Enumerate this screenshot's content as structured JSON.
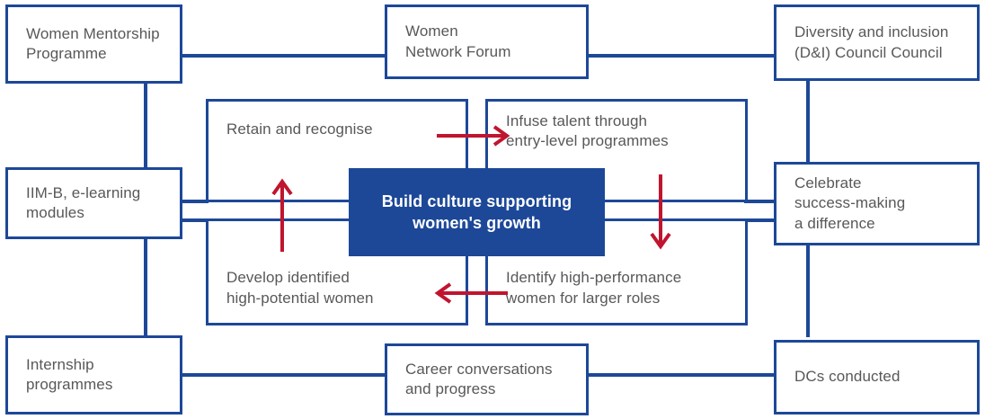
{
  "diagram": {
    "title": "Build culture supporting women's growth",
    "colors": {
      "line_blue": "#1d4898",
      "center_fill": "#1d4898",
      "text_gray": "#58585b",
      "arrow_red": "#c0152f",
      "background": "#ffffff"
    },
    "center": {
      "label": "Build culture supporting\nwomen's growth"
    },
    "outer_boxes": [
      {
        "id": "women-mentorship-programme",
        "label": "Women Mentorship\nProgramme",
        "position": "top-left"
      },
      {
        "id": "women-network-forum",
        "label": "Women\nNetwork Forum",
        "position": "top-center"
      },
      {
        "id": "diversity-and-inclusion-council",
        "label": "Diversity and inclusion\n(D&I) Council Council",
        "position": "top-right"
      },
      {
        "id": "iimb-e-learning-modules",
        "label": "IIM-B, e-learning\nmodules",
        "position": "middle-left"
      },
      {
        "id": "celebrate-success",
        "label": "Celebrate\nsuccess-making\na difference",
        "position": "middle-right"
      },
      {
        "id": "internship-programmes",
        "label": "Internship\nprogrammes",
        "position": "bottom-left"
      },
      {
        "id": "career-conversations",
        "label": "Career conversations\nand progress",
        "position": "bottom-center"
      },
      {
        "id": "dcs-conducted",
        "label": "DCs conducted",
        "position": "bottom-right"
      }
    ],
    "quadrant_boxes": [
      {
        "id": "retain-and-recognise",
        "label": "Retain and recognise",
        "position": "top-left"
      },
      {
        "id": "infuse-talent",
        "label": "Infuse talent through\nentry-level programmes",
        "position": "top-right"
      },
      {
        "id": "develop-identified-women",
        "label": "Develop identified\nhigh-potential women",
        "position": "bottom-left"
      },
      {
        "id": "identify-high-performance-women",
        "label": "Identify high-performance\nwomen for larger roles",
        "position": "bottom-right"
      }
    ],
    "cycle_arrows": [
      {
        "id": "arrow-right-top",
        "direction": "right",
        "from": "retain-and-recognise",
        "to": "infuse-talent"
      },
      {
        "id": "arrow-down-right",
        "direction": "down",
        "from": "infuse-talent",
        "to": "identify-high-performance-women"
      },
      {
        "id": "arrow-left-bottom",
        "direction": "left",
        "from": "identify-high-performance-women",
        "to": "develop-identified-women"
      },
      {
        "id": "arrow-up-left",
        "direction": "up",
        "from": "develop-identified-women",
        "to": "retain-and-recognise"
      }
    ]
  }
}
